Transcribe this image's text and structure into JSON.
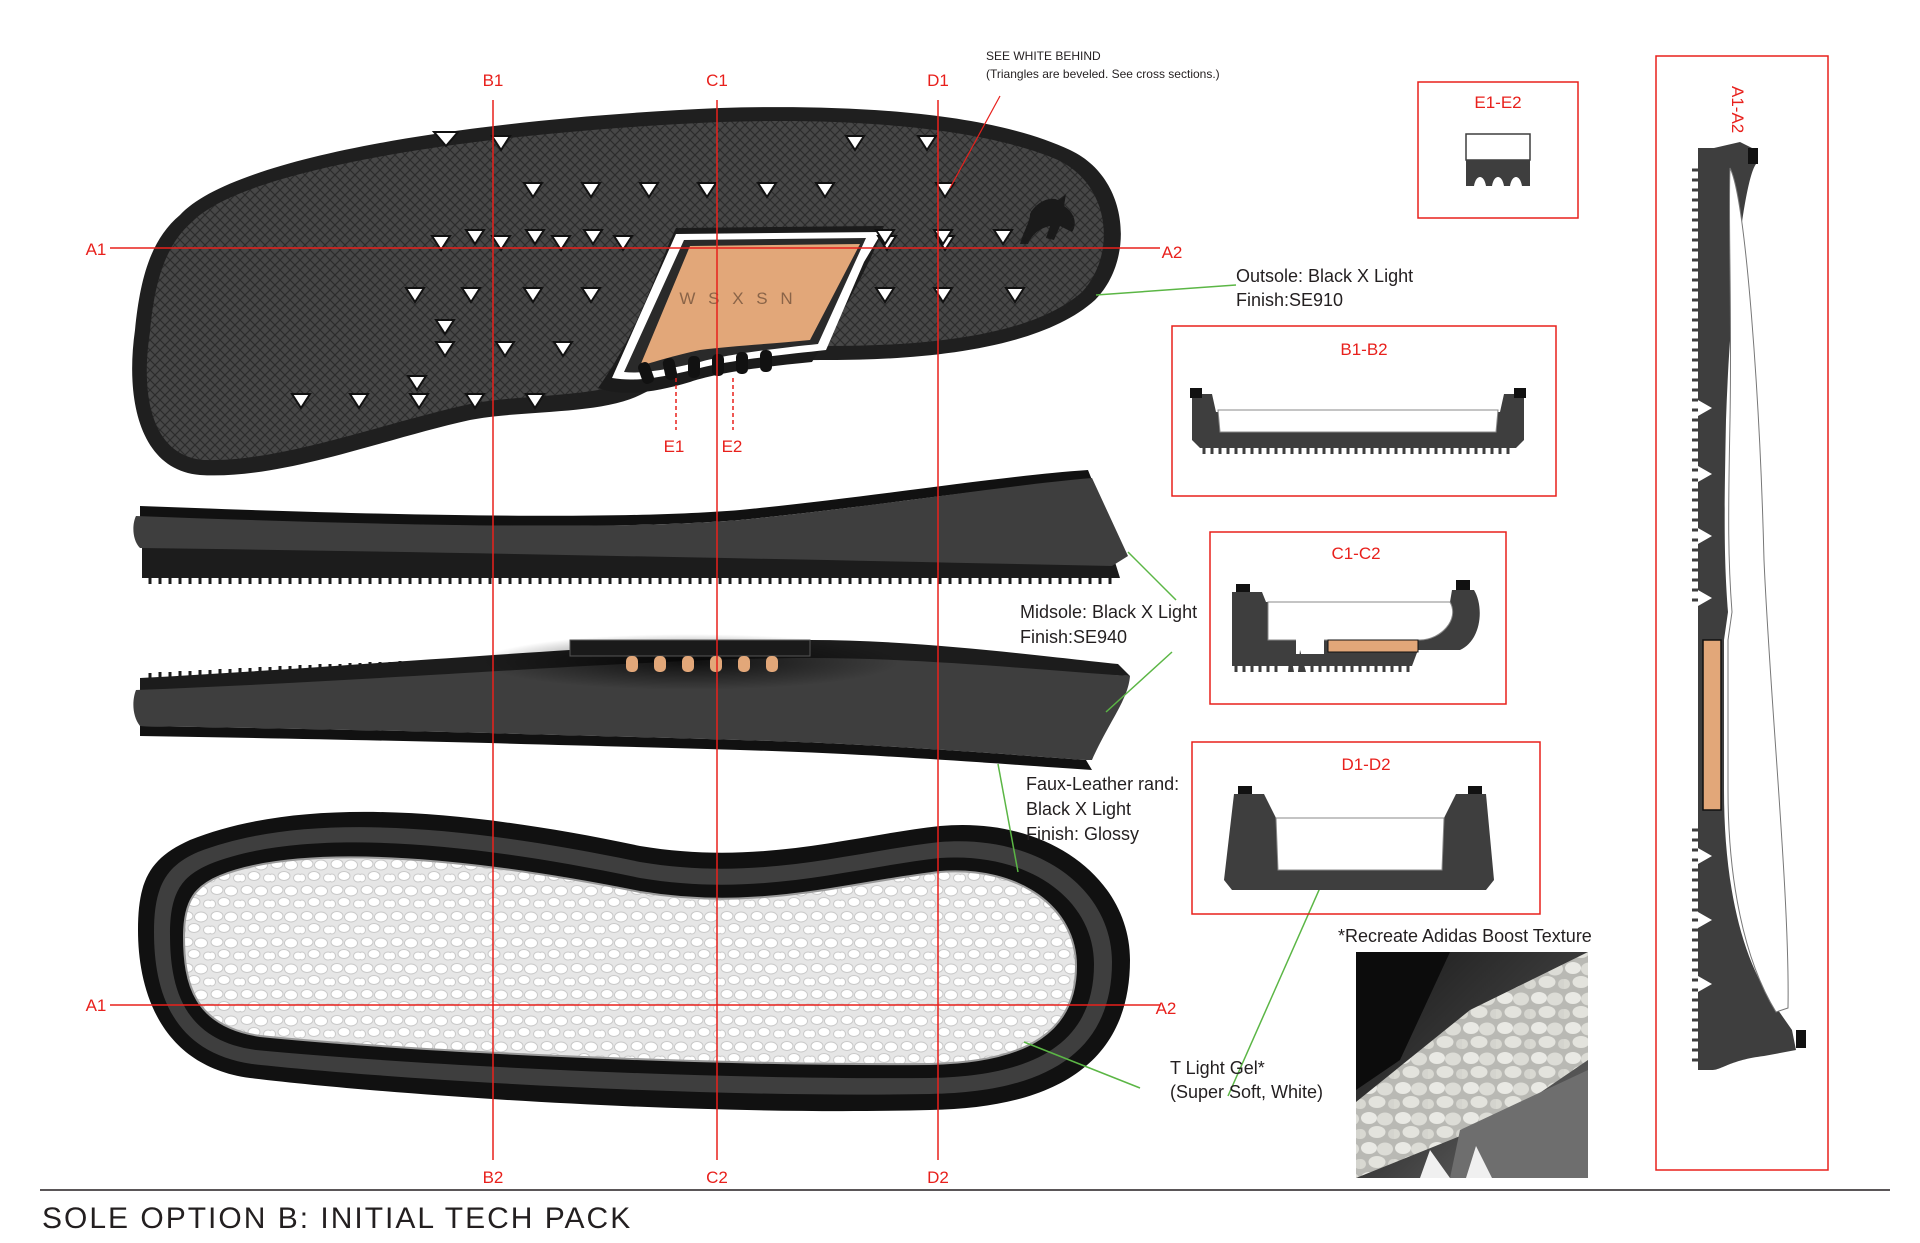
{
  "title": "SOLE OPTION B: INITIAL TECH PACK",
  "brand_mark": "W S X S N",
  "section_lines": {
    "A1": "A1",
    "A2": "A2",
    "B1": "B1",
    "B2": "B2",
    "C1": "C1",
    "C2": "C2",
    "D1": "D1",
    "D2": "D2",
    "E1": "E1",
    "E2": "E2"
  },
  "callouts": {
    "see_white_1": "SEE WHITE BEHIND",
    "see_white_2": "(Triangles are beveled. See cross sections.)",
    "outsole_1": "Outsole: Black X Light",
    "outsole_2": "Finish:SE910",
    "midsole_1": "Midsole: Black X Light",
    "midsole_2": "Finish:SE940",
    "rand_1": "Faux-Leather rand:",
    "rand_2": "Black X Light",
    "rand_3": "Finish: Glossy",
    "gel_1": "T Light Gel*",
    "gel_2": "(Super Soft, White)",
    "boost_note": "*Recreate Adidas Boost Texture"
  },
  "cross_sections": {
    "e1e2": "E1-E2",
    "b1b2": "B1-B2",
    "c1c2": "C1-C2",
    "d1d2": "D1-D2",
    "a1a2": "A1-A2"
  },
  "colors": {
    "rubber": "#3e3e3e",
    "rubber_dark": "#1c1c1c",
    "accent_red": "#e8201c",
    "leader_green": "#5bb645",
    "cork": "#e2a779",
    "gel": "#ececec"
  }
}
